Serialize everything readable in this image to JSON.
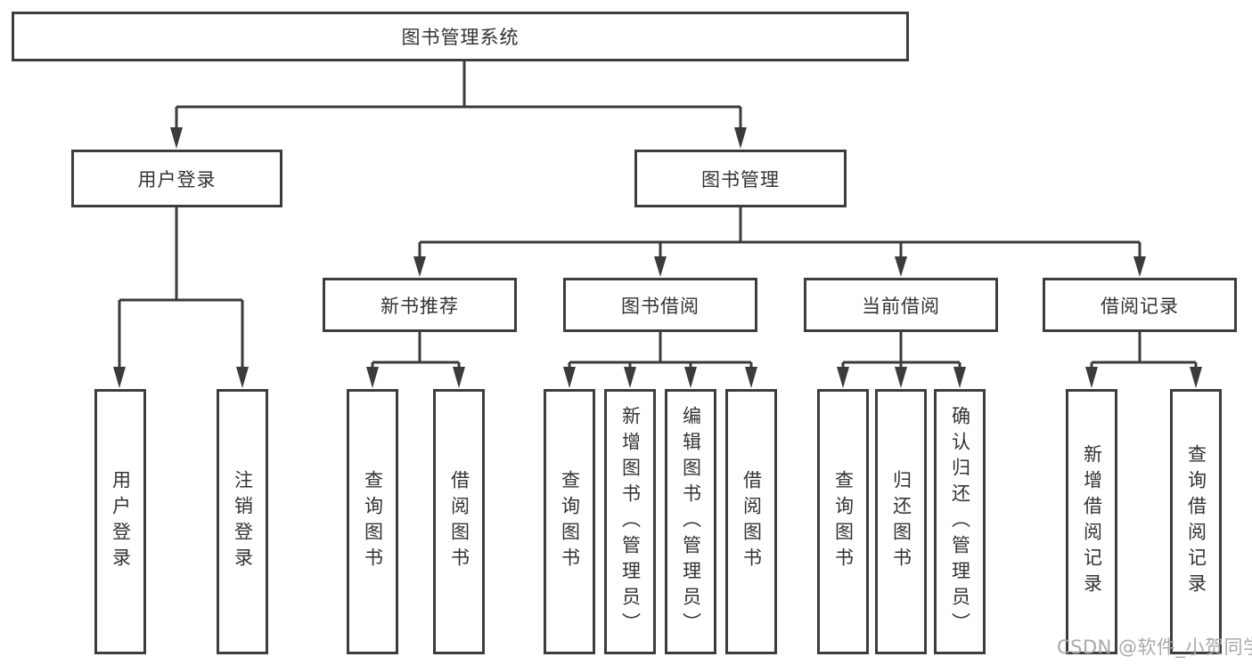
{
  "diagram_type": "hierarchy-tree",
  "colors": {
    "background": "#ffffff",
    "box_border": "#3d3d3d",
    "box_fill": "#ffffff",
    "connector": "#3b3b3b",
    "text": "#333333",
    "watermark": "#a9a9a9"
  },
  "tree": {
    "label": "图书管理系统",
    "children": [
      {
        "label": "用户登录",
        "children": [
          {
            "label": "用户登录"
          },
          {
            "label": "注销登录"
          }
        ]
      },
      {
        "label": "图书管理",
        "children": [
          {
            "label": "新书推荐",
            "children": [
              {
                "label": "查询图书"
              },
              {
                "label": "借阅图书"
              }
            ]
          },
          {
            "label": "图书借阅",
            "children": [
              {
                "label": "查询图书"
              },
              {
                "label": "新增图书（管理员）"
              },
              {
                "label": "编辑图书（管理员）"
              },
              {
                "label": "借阅图书"
              }
            ]
          },
          {
            "label": "当前借阅",
            "children": [
              {
                "label": "查询图书"
              },
              {
                "label": "归还图书"
              },
              {
                "label": "确认归还（管理员）"
              }
            ]
          },
          {
            "label": "借阅记录",
            "children": [
              {
                "label": "新增借阅记录"
              },
              {
                "label": "查询借阅记录"
              }
            ]
          }
        ]
      }
    ]
  },
  "watermark": "CSDN @软件_小贺同学"
}
